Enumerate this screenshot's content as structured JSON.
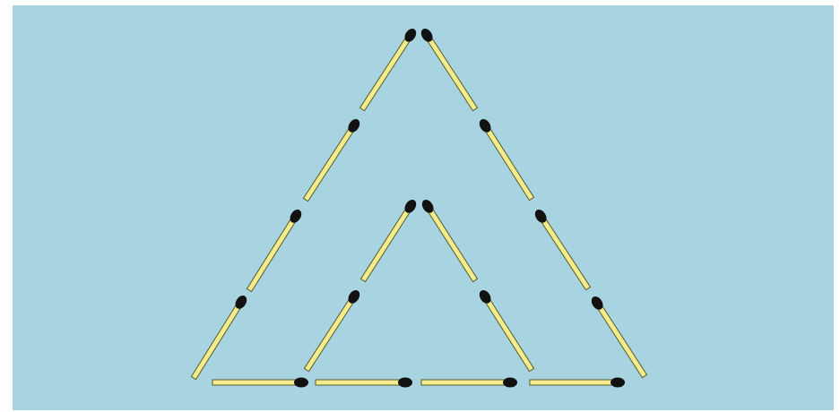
{
  "puzzle": {
    "type": "matchstick-puzzle",
    "shape": "large triangle containing small triangle",
    "outer_triangle_matches_per_side": 4,
    "inner_triangle_matches_per_side": 2,
    "total_matches": 16
  },
  "colors": {
    "background": "#a8d3e0",
    "match_body": "#f2ec8c",
    "match_outline": "#5a5a2a",
    "match_head": "#111111"
  }
}
